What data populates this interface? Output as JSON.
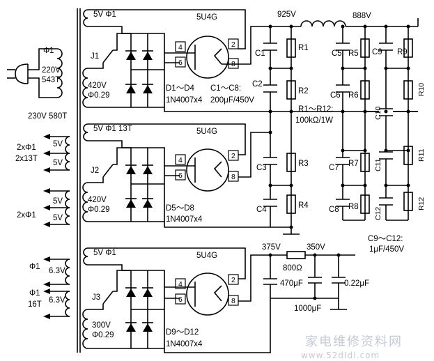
{
  "plug": {
    "primary_phi": "Φ1",
    "primary_volt": "220V",
    "primary_turns": "543T"
  },
  "secondary_header": "230V  580T",
  "supply1": {
    "filament": "5V  Φ1",
    "tube": "5U4G",
    "switch": "J1",
    "hv_volt": "420V",
    "hv_wire": "Φ0.29",
    "diodes": "D1～D4",
    "diode_type": "1N4007x4",
    "caps_note": "C1～C8:",
    "caps_rating": "200μF/450V",
    "pin4": "4",
    "pin6": "6",
    "pin2": "2",
    "pin8": "8"
  },
  "supply2": {
    "filament": "5V  Φ1  13T",
    "tube": "5U4G",
    "switch": "J2",
    "hv_volt": "420V",
    "hv_wire": "Φ0.29",
    "diodes": "D5～D8",
    "diode_type": "1N4007x4",
    "pin4": "4",
    "pin6": "6",
    "pin2": "2",
    "pin8": "8"
  },
  "supply3": {
    "filament": "5V  Φ1",
    "tube": "5U4G",
    "switch": "J3",
    "hv_volt": "300V",
    "hv_wire": "Φ0.29",
    "diodes": "D9～D12",
    "diode_type": "1N4007x4",
    "pin4": "4",
    "pin6": "6",
    "pin2": "2",
    "pin8": "8"
  },
  "left_windings": {
    "w1_phi": "2xΦ1",
    "w1_turns": "2x13T",
    "w1_a": "5V",
    "w1_b": "5V",
    "w2_phi": "2xΦ1",
    "w2_a": "5V",
    "w2_b": "5V",
    "w3_phi": "Φ1",
    "w3_volt": "6.3V",
    "w4_phi": "Φ1",
    "w4_turns": "16T",
    "w4_volt": "6.3V"
  },
  "hv_top": {
    "v_in": "925V",
    "v_out": "888V"
  },
  "resistors_note": {
    "range": "R1～R12:",
    "value": "100kΩ/1W"
  },
  "c9_note": {
    "range": "C9～C12:",
    "value": "1μF/450V"
  },
  "labels": {
    "c1": "C1",
    "c2": "C2",
    "c3": "C3",
    "c4": "C4",
    "r1": "R1",
    "r2": "R2",
    "r3": "R3",
    "r4": "R4",
    "c5": "C5",
    "c6": "C6",
    "c7": "C7",
    "c8": "C8",
    "r5": "R5",
    "r6": "R6",
    "r7": "R7",
    "r8": "R8",
    "c9": "C9",
    "c10": "C10",
    "c11": "C11",
    "c12": "C12",
    "r9": "R9",
    "r10": "R10",
    "r11": "R11",
    "r12": "R12"
  },
  "lv_out": {
    "v_in": "375V",
    "v_out": "350V",
    "r_val": "800Ω",
    "c_a": "470μF",
    "c_b": "0.22μF",
    "c_c": "1000μF"
  },
  "watermark": {
    "cn": "家电维修资料网",
    "url": "www.52dIdI.com"
  }
}
